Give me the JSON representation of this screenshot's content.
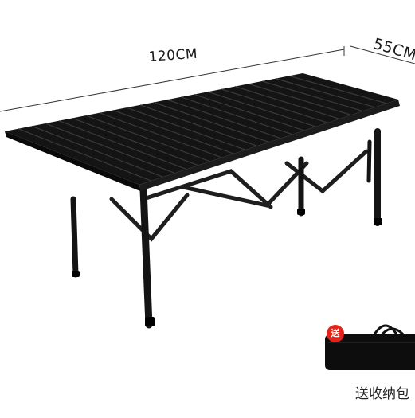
{
  "dimensions": {
    "length": "120CM",
    "width": "55CM"
  },
  "gift": {
    "badge": "送",
    "caption": "送收纳包"
  },
  "colors": {
    "tabletop": "#111111",
    "frame": "#1e1e1e",
    "badge": "#e2231a"
  }
}
